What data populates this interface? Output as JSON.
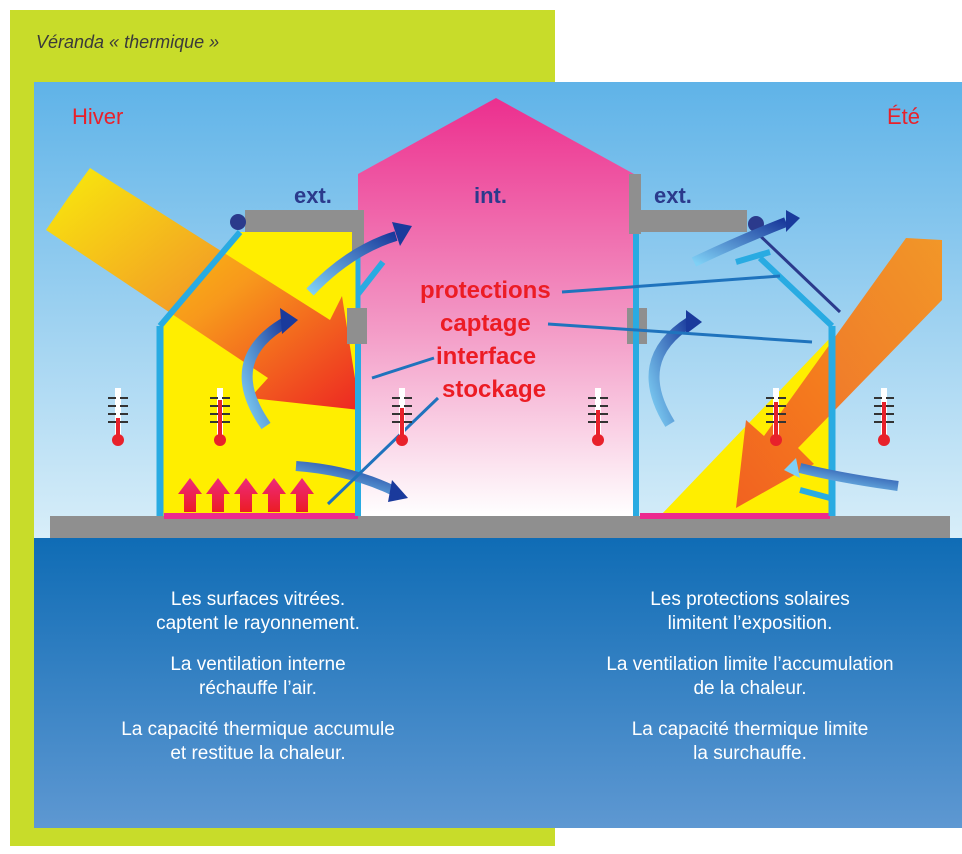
{
  "caption": "Véranda « thermique »",
  "seasons": {
    "winter": "Hiver",
    "summer": "Été"
  },
  "zones": {
    "ext_left": "ext.",
    "int": "int.",
    "ext_right": "ext."
  },
  "labels": {
    "protections": "protections",
    "captage": "captage",
    "interface": "interface",
    "stockage": "stockage"
  },
  "winter_text": {
    "p1": [
      "Les surfaces vitrées.",
      "captent le rayonnement."
    ],
    "p2": [
      "La ventilation interne",
      "réchauffe l’air."
    ],
    "p3": [
      "La capacité thermique accumule",
      "et restitue la chaleur."
    ]
  },
  "summer_text": {
    "p1": [
      "Les protections solaires",
      "limitent l’exposition."
    ],
    "p2": [
      "La ventilation limite l’accumulation",
      "de la chaleur."
    ],
    "p3": [
      "La capacité thermique limite",
      "la surchauffe."
    ]
  },
  "colors": {
    "frame_green": "#c8dc2a",
    "sky_top": "#5fb3e8",
    "sea_top": "#1270b8",
    "house_pink": "#ec3c95",
    "veranda_yellow": "#ffee00",
    "label_red": "#ec1c24",
    "zone_blue": "#2b3a8c"
  }
}
